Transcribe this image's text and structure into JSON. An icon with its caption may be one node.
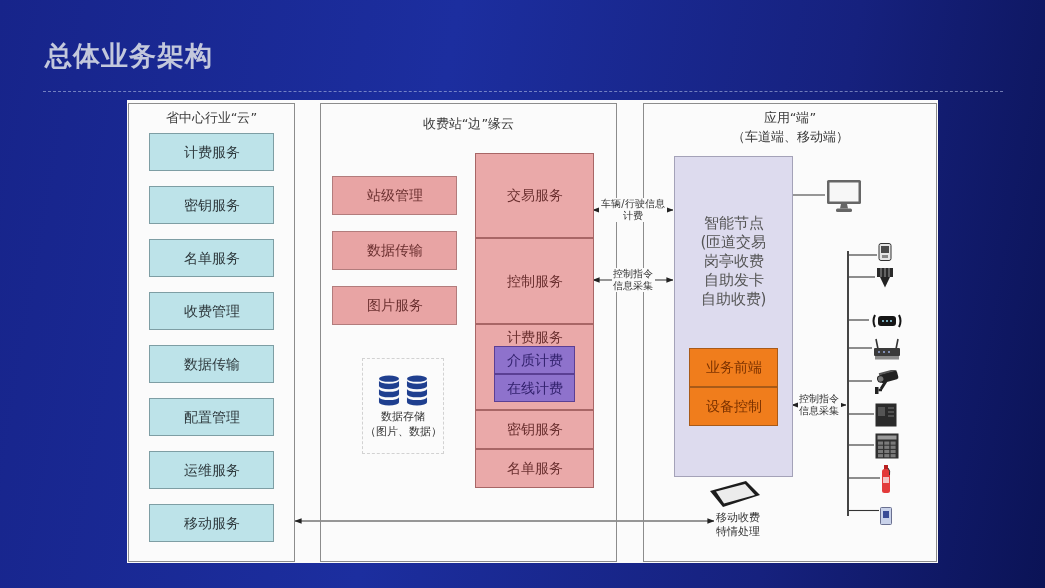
{
  "diagram": {
    "title": "总体业务架构",
    "nodes": [
      {
        "text": [
          "省中心行业“云”"
        ]
      },
      {
        "text": [
          "计费服务"
        ],
        "in": 0
      },
      {
        "text": [
          "密钥服务"
        ],
        "in": 0
      },
      {
        "text": [
          "名单服务"
        ],
        "in": 0
      },
      {
        "text": [
          "收费管理"
        ],
        "in": 0
      },
      {
        "text": [
          "数据传输"
        ],
        "in": 0
      },
      {
        "text": [
          "配置管理"
        ],
        "in": 0
      },
      {
        "text": [
          "运维服务"
        ],
        "in": 0
      },
      {
        "text": [
          "移动服务"
        ],
        "in": 0
      },
      {
        "text": [
          "收费站“边”缘云"
        ]
      },
      {
        "text": [
          "站级管理"
        ],
        "in": 9
      },
      {
        "text": [
          "数据传输"
        ],
        "in": 9
      },
      {
        "text": [
          "图片服务"
        ],
        "in": 9
      },
      {
        "text": [
          "数据存储",
          "（图片、数据）"
        ],
        "in": 9
      },
      {
        "text": [
          "交易服务"
        ],
        "in": 9
      },
      {
        "text": [
          "控制服务"
        ],
        "in": 9
      },
      {
        "text": [
          "计费服务"
        ],
        "in": 9
      },
      {
        "text": [
          "介质计费"
        ],
        "in": 16
      },
      {
        "text": [
          "在线计费"
        ],
        "in": 16
      },
      {
        "text": [
          "密钥服务"
        ],
        "in": 9
      },
      {
        "text": [
          "名单服务"
        ],
        "in": 9
      },
      {
        "text": [
          "应用“端”",
          "（车道端、移动端）"
        ]
      },
      {
        "text": [
          "智能节点",
          "(匝道交易岗亭收费自助发卡自助收费)"
        ],
        "in": 21
      },
      {
        "text": [
          "业务前端"
        ],
        "in": 22
      },
      {
        "text": [
          "设备控制"
        ],
        "in": 22
      },
      {
        "text": [],
        "shape": "picture",
        "in": 21
      },
      {
        "text": [],
        "shape": "bar",
        "in": 21
      },
      {
        "text": [],
        "shape": "picture",
        "in": 21
      },
      {
        "text": [],
        "shape": "picture",
        "in": 21
      },
      {
        "text": [],
        "shape": "picture",
        "in": 21
      },
      {
        "text": [],
        "shape": "picture",
        "in": 21
      },
      {
        "text": [],
        "shape": "picture",
        "in": 21
      },
      {
        "text": [],
        "shape": "picture",
        "in": 21
      },
      {
        "text": [],
        "shape": "picture",
        "in": 21
      },
      {
        "text": [],
        "shape": "picture",
        "in": 21
      },
      {
        "text": [],
        "shape": "picture",
        "in": 21
      },
      {
        "text": [
          "移动收费特情处理"
        ],
        "in": 21
      }
    ],
    "edges": [
      {
        "from": 14,
        "to": 22,
        "arrow": "both",
        "label": "车辆/行驶信息计费"
      },
      {
        "from": 15,
        "to": 22,
        "arrow": "both",
        "label": "控制指令信息采集"
      },
      {
        "from": 22,
        "to": 25,
        "arrow": "none"
      },
      {
        "from": 22,
        "to": 26,
        "arrow": "both",
        "label": "控制指令信息采集"
      },
      {
        "from": 26,
        "to": 27,
        "arrow": "none"
      },
      {
        "from": 26,
        "to": 28,
        "arrow": "none"
      },
      {
        "from": 26,
        "to": 29,
        "arrow": "none"
      },
      {
        "from": 26,
        "to": 30,
        "arrow": "none"
      },
      {
        "from": 26,
        "to": 31,
        "arrow": "none"
      },
      {
        "from": 26,
        "to": 32,
        "arrow": "none"
      },
      {
        "from": 26,
        "to": 33,
        "arrow": "none"
      },
      {
        "from": 26,
        "to": 34,
        "arrow": "none"
      },
      {
        "from": 26,
        "to": 35,
        "arrow": "none"
      },
      {
        "from": 0,
        "to": 36,
        "arrow": "both"
      }
    ]
  }
}
